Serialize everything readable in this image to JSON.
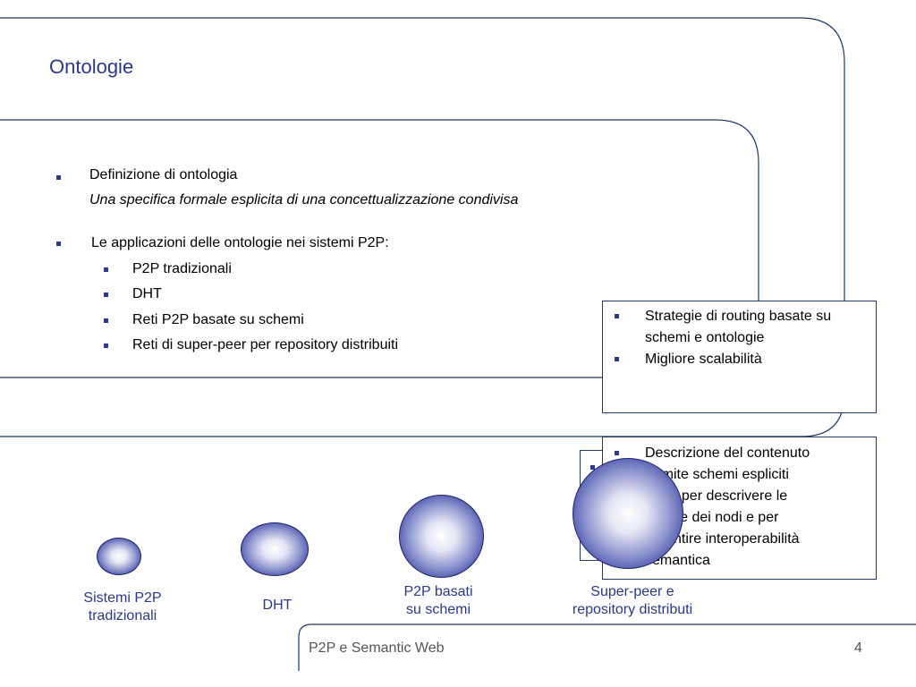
{
  "slide": {
    "title": "Ontologie",
    "bullets": {
      "definition_heading": "Definizione di ontologia",
      "definition_text": "Una specifica formale esplicita di una concettualizzazione condivisa",
      "applications_heading": "Le applicazioni delle ontologie nei sistemi P2P:",
      "applications": [
        "P2P tradizionali",
        "DHT",
        "Reti P2P basate su schemi",
        "Reti di super-peer per repository distribuiti"
      ]
    },
    "callout_routing": [
      "Strategie di routing basate su schemi e ontologie",
      "Migliore scalabilità"
    ],
    "callout_description": {
      "item1_line1": "Descrizione del contenuto",
      "item1_line2": "tramite schemi espliciti",
      "item2_line1": "Usati per descrivere le",
      "item2_line2": "risorse dei nodi e per",
      "item2_line3": "garantire interoperabilità",
      "item2_line4": "semantica"
    },
    "circles": [
      {
        "label_line1": "Sistemi P2P",
        "label_line2": "tradizionali"
      },
      {
        "label_line1": "DHT",
        "label_line2": ""
      },
      {
        "label_line1": "P2P basati",
        "label_line2": "su schemi"
      },
      {
        "label_line1": "Super-peer e",
        "label_line2": "repository distributi"
      }
    ],
    "footer": {
      "title": "P2P e Semantic Web",
      "page_number": "4"
    }
  },
  "colors": {
    "accent": "#2B3990",
    "frame": "#1F3A6E"
  }
}
